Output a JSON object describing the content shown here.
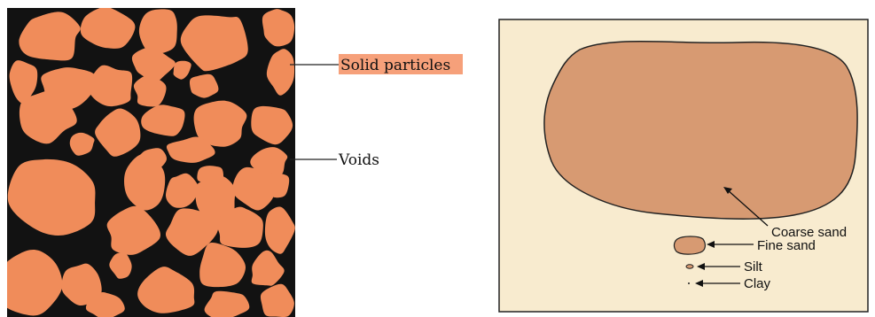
{
  "left_panel": {
    "labels": {
      "solid_particles": "Solid particles",
      "voids": "Voids"
    }
  },
  "right_panel": {
    "labels": {
      "coarse_sand": "Coarse sand",
      "fine_sand": "Fine sand",
      "silt": "Silt",
      "clay": "Clay"
    }
  },
  "colors": {
    "particle": "#f08c5a",
    "void": "#121212",
    "label_highlight": "#f6a07a",
    "panel_bg": "#f8ebcf",
    "coarse_fill": "#d79a72",
    "outline": "#222222"
  }
}
